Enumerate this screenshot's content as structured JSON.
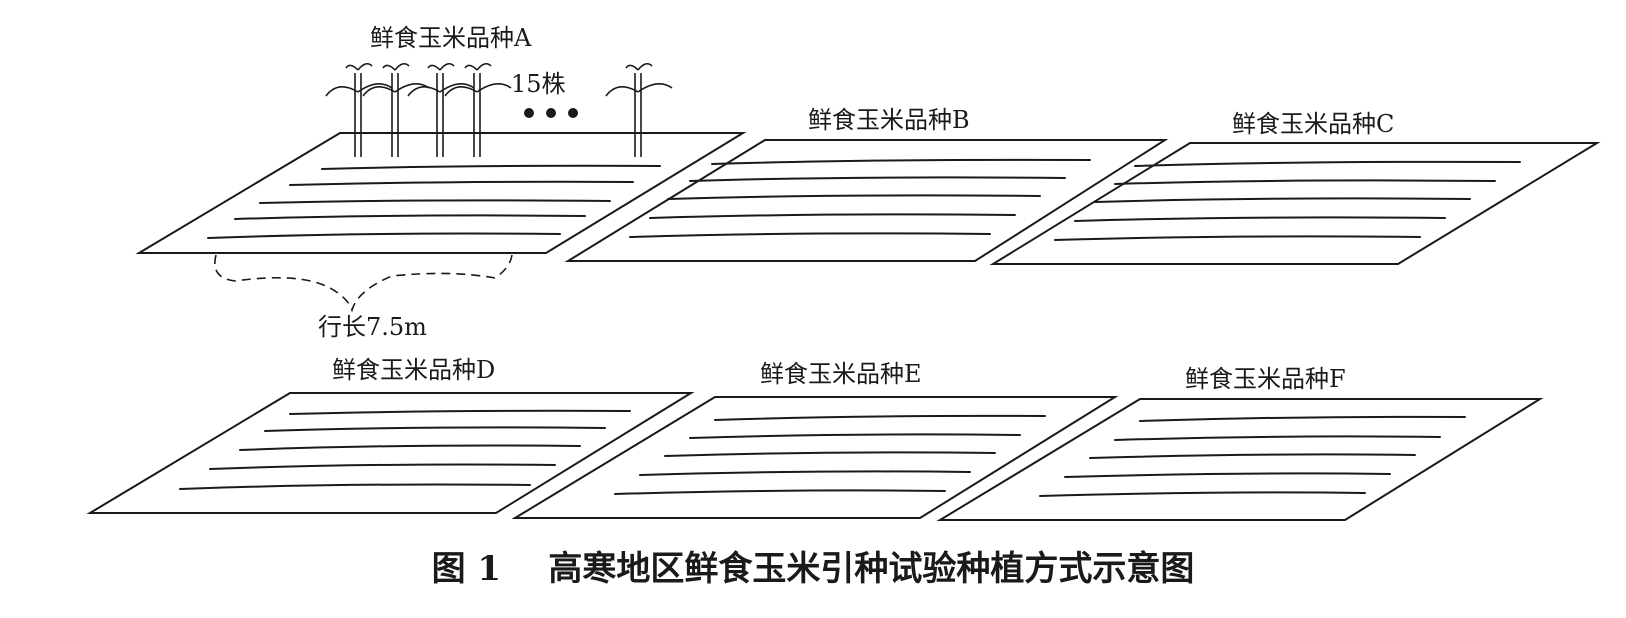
{
  "plots": [
    {
      "id": "A",
      "label": "鲜食玉米品种A"
    },
    {
      "id": "B",
      "label": "鲜食玉米品种B"
    },
    {
      "id": "C",
      "label": "鲜食玉米品种C"
    },
    {
      "id": "D",
      "label": "鲜食玉米品种D"
    },
    {
      "id": "E",
      "label": "鲜食玉米品种E"
    },
    {
      "id": "F",
      "label": "鲜食玉米品种F"
    }
  ],
  "plant_count_label": "15株",
  "row_length_label": "行长7.5m",
  "caption": "图 1    高寒地区鲜食玉米引种试验种植方式示意图"
}
